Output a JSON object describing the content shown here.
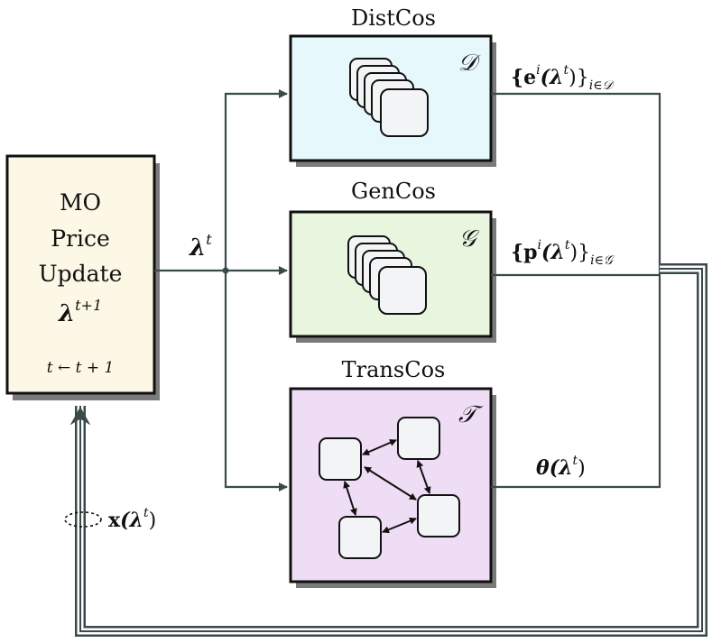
{
  "mo_box": {
    "lines": [
      "MO",
      "Price",
      "Update"
    ],
    "lambda_next": {
      "base": "λ",
      "sup": "t+1"
    },
    "counter": "t ← t + 1"
  },
  "lambda_label": {
    "base": "λ",
    "sup": "t"
  },
  "dist": {
    "title": "DistCos",
    "symbol": "𝒟",
    "output": {
      "lhs": "{e",
      "sup": "i",
      "mid": "(λ",
      "sup2": "t",
      "rhs": ")}",
      "sub": "i∈𝒟"
    }
  },
  "gen": {
    "title": "GenCos",
    "symbol": "𝒢",
    "output": {
      "lhs": "{p",
      "sup": "i",
      "mid": "(λ",
      "sup2": "t",
      "rhs": ")}",
      "sub": "i∈𝒢"
    }
  },
  "trans": {
    "title": "TransCos",
    "symbol": "𝒯",
    "output": {
      "lhs": "θ",
      "mid": "(λ",
      "sup2": "t",
      "rhs": ")"
    }
  },
  "feedback_label": {
    "lhs": "x",
    "mid": "(λ",
    "sup2": "t",
    "rhs": ")"
  },
  "colors": {
    "mo_fill": "#fdf8e6",
    "dist_fill": "#e6f8fc",
    "gen_fill": "#e8f6df",
    "trans_fill": "#efdcf5",
    "shadow": "#7a7a7a",
    "line": "#3a4a4a"
  }
}
